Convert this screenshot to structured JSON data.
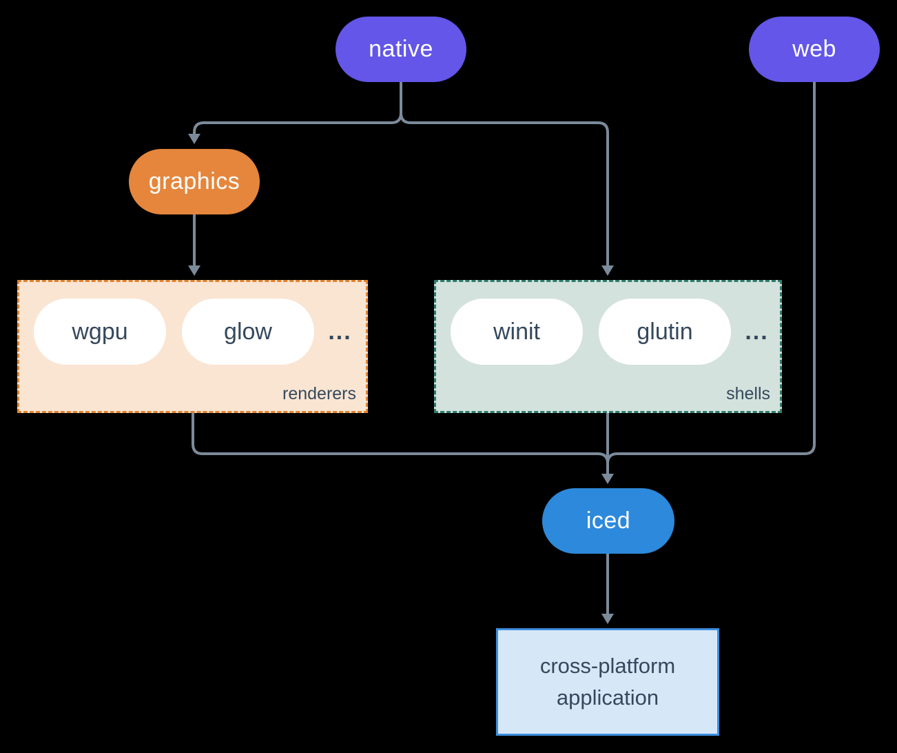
{
  "colors": {
    "background": "#000000",
    "native_fill": "#6356E8",
    "web_fill": "#6356E8",
    "graphics_fill": "#E5863C",
    "iced_fill": "#2D89DB",
    "pill_text": "#FFFFFF",
    "dark_text": "#35485C",
    "line": "#7C8B9A",
    "renderers_fill": "#FAE5D3",
    "renderers_border": "#E2832F",
    "shells_fill": "#D3E2DC",
    "shells_border": "#2E7D6E",
    "app_fill": "#D6E7F8",
    "app_border": "#3E8EDE",
    "inner_pill_fill": "#FFFFFF"
  },
  "nodes": {
    "native": {
      "label": "native"
    },
    "web": {
      "label": "web"
    },
    "graphics": {
      "label": "graphics"
    },
    "iced": {
      "label": "iced"
    },
    "application": {
      "line1": "cross-platform",
      "line2": "application"
    }
  },
  "groups": {
    "renderers": {
      "label": "renderers",
      "items": [
        "wgpu",
        "glow"
      ],
      "more": "..."
    },
    "shells": {
      "label": "shells",
      "items": [
        "winit",
        "glutin"
      ],
      "more": "..."
    }
  },
  "edges": [
    {
      "from": "native",
      "to": "graphics"
    },
    {
      "from": "native",
      "to": "shells"
    },
    {
      "from": "graphics",
      "to": "renderers"
    },
    {
      "from": "renderers",
      "to": "iced"
    },
    {
      "from": "shells",
      "to": "iced"
    },
    {
      "from": "web",
      "to": "iced"
    },
    {
      "from": "iced",
      "to": "application"
    }
  ]
}
